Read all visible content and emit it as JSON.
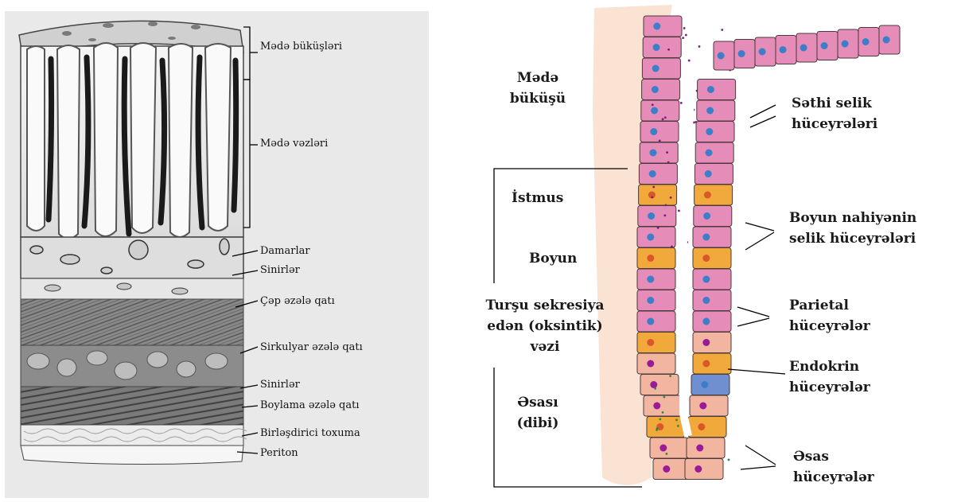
{
  "left_diagram": {
    "labels": {
      "gastric_folds": "Mədə büküşləri",
      "gastric_glands": "Mədə vəzləri",
      "vessels": "Damarlar",
      "nerves_upper": "Sinirlər",
      "oblique_muscle": "Çəp əzələ qatı",
      "circular_muscle": "Sirkulyar əzələ qatı",
      "nerves_lower": "Sinirlər",
      "longitudinal_muscle": "Boylama əzələ qatı",
      "connective_tissue": "Birləşdirici toxuma",
      "peritoneum": "Periton"
    }
  },
  "right_diagram": {
    "labels": {
      "gastric_pit_1": "Mədə",
      "gastric_pit_2": "büküşü",
      "isthmus": "İstmus",
      "neck": "Boyun",
      "oxyntic_1": "Turşu sekresiya",
      "oxyntic_2": "edən (oksintik)",
      "oxyntic_3": "vəzi",
      "base_1": "Əsası",
      "base_2": "(dibi)",
      "surface_mucous_1": "Səthi selik",
      "surface_mucous_2": "hüceyrələri",
      "neck_mucous_1": "Boyun nahiyənin",
      "neck_mucous_2": "selik hüceyrələri",
      "parietal_1": "Parietal",
      "parietal_2": "hüceyrələr",
      "endocrine_1": "Endokrin",
      "endocrine_2": "hüceyrələr",
      "chief_1": "Əsas",
      "chief_2": "hüceyrələr"
    }
  },
  "colors": {
    "mucous_cell": "#e58cb8",
    "parietal_cell": "#f0a93a",
    "chief_cell": "#f2b6a0",
    "endocrine_cell": "#6f8fd0",
    "nucleus_blue": "#3d7ec9",
    "nucleus_purple": "#9a1a9a",
    "granule_green": "#2f8a3c"
  }
}
